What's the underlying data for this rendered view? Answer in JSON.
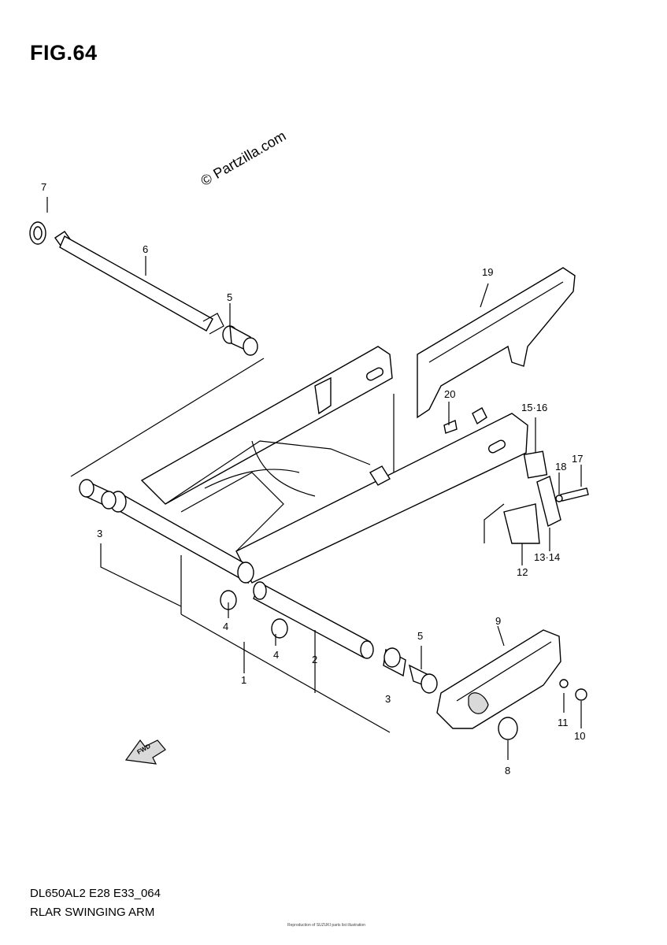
{
  "figure": {
    "title": "FIG.64"
  },
  "watermark": "© Partzilla.com",
  "footer": {
    "code": "DL650AL2 E28 E33_064",
    "name": "RLAR SWINGING ARM"
  },
  "fine_print": "Reproduction of SUZUKI parts list illustration",
  "fwd_label": "FWD",
  "callouts": {
    "c1": "1",
    "c2": "2",
    "c3a": "3",
    "c3b": "3",
    "c4a": "4",
    "c4b": "4",
    "c5a": "5",
    "c5b": "5",
    "c6": "6",
    "c7": "7",
    "c8": "8",
    "c9": "9",
    "c10": "10",
    "c11": "11",
    "c12": "12",
    "c1314": "13·14",
    "c1516": "15·16",
    "c17": "17",
    "c18": "18",
    "c19": "19",
    "c20": "20"
  }
}
